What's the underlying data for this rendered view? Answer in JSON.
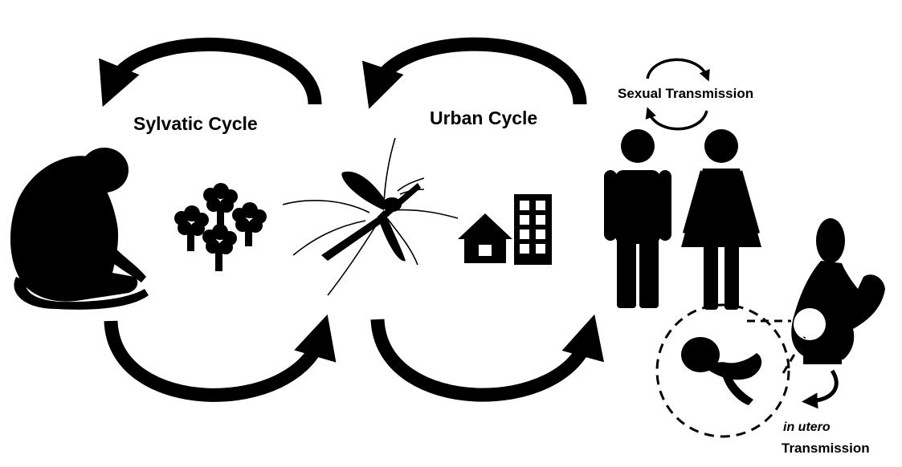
{
  "labels": {
    "sylvatic_cycle": "Sylvatic Cycle",
    "urban_cycle": "Urban Cycle",
    "sexual_transmission": "Sexual Transmission",
    "in_utero": "in utero",
    "in_utero_transmission": "Transmission"
  },
  "colors": {
    "ink": "#000000",
    "background": "#ffffff"
  },
  "icons": [
    "monkey-icon",
    "trees-icon",
    "mosquito-icon",
    "buildings-icon",
    "man-icon",
    "woman-icon",
    "pregnant-woman-icon",
    "fetus-icon"
  ]
}
